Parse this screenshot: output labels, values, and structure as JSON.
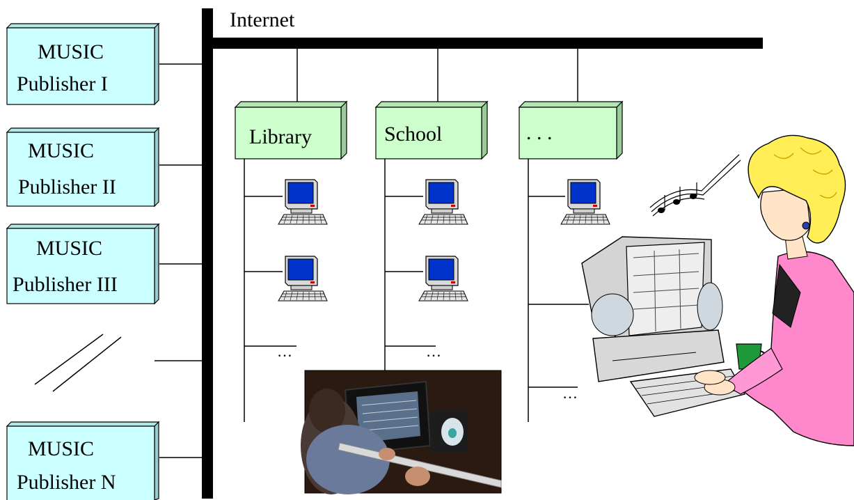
{
  "network": {
    "label": "Internet"
  },
  "publishers": [
    {
      "line1": "MUSIC",
      "line2": "Publisher I"
    },
    {
      "line1": "MUSIC",
      "line2": "Publisher II"
    },
    {
      "line1": "MUSIC",
      "line2": "Publisher III"
    },
    {
      "line1": "MUSIC",
      "line2": "Publisher N"
    }
  ],
  "sites": [
    {
      "label": "Library"
    },
    {
      "label": "School"
    },
    {
      "label": ". . ."
    }
  ],
  "continuation": "…",
  "colors": {
    "publisher_box": "#ccffff",
    "site_box": "#ccffcc",
    "monitor_screen": "#0033cc",
    "bus": "#000000"
  }
}
